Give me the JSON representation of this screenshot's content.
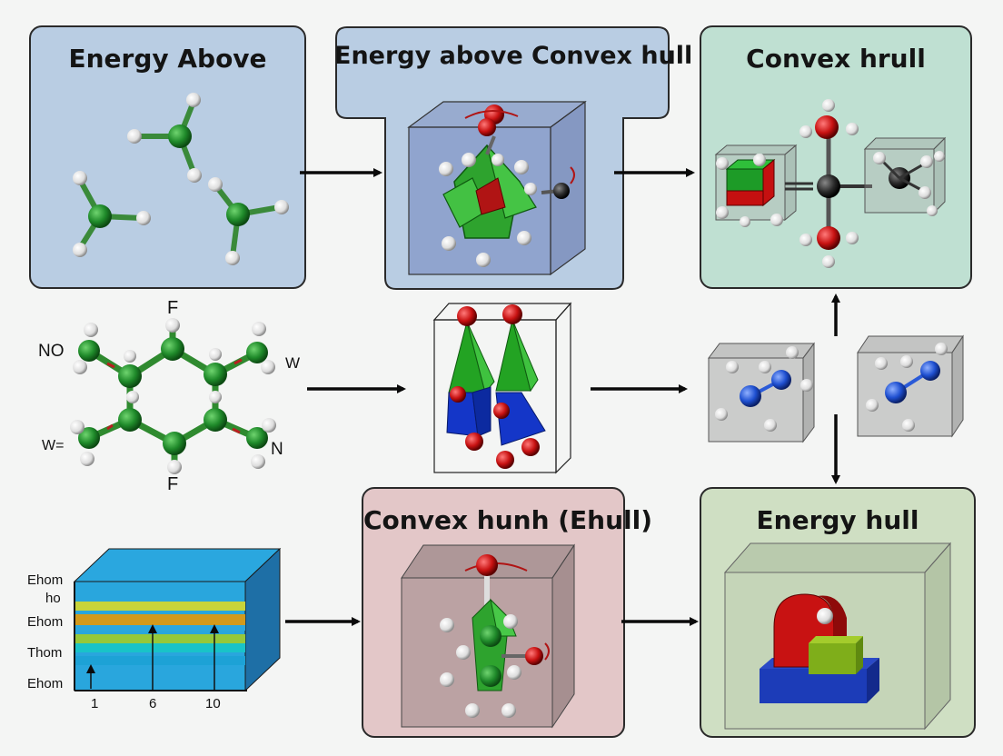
{
  "panels": {
    "energy_above": {
      "title": "Energy Above",
      "color": "#b9cde3"
    },
    "energy_above_hull": {
      "title": "Energy above Convex hull",
      "color": "#b9cde3"
    },
    "convex_hrull": {
      "title": "Convex hrull",
      "color": "#bfe0d2"
    },
    "convex_hunh": {
      "title": "Convex hunh (Ehull)",
      "color": "#e3c7c8"
    },
    "energy_hull": {
      "title": "Energy hull",
      "color": "#cfdfc3"
    }
  },
  "molecule_labels": {
    "top_f": "F",
    "bottom_f": "F",
    "left_no": "NO",
    "right_w": "W",
    "left_w": "W=",
    "right_n": "N"
  },
  "layer_chart": {
    "y_labels": [
      "Ehom",
      "ho",
      "Ehom",
      "Thom",
      "Ehom"
    ],
    "x_labels": [
      "1",
      "6",
      "10"
    ]
  },
  "colors": {
    "carbon": "#1f8a2a",
    "hydrogen": "#e8e8e8",
    "oxygen": "#c81212",
    "nitrogen": "#1e4fd0",
    "arrow": "#0a0a0a"
  }
}
